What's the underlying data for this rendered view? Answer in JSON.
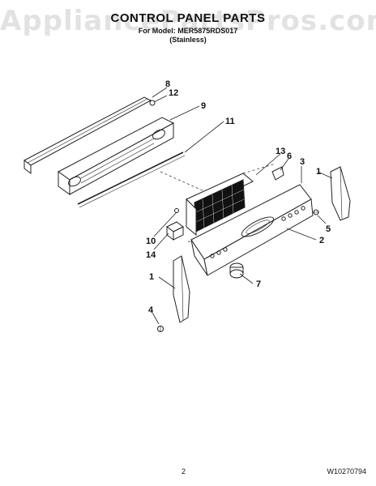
{
  "watermark": "AppliancePartsPros.com",
  "header": {
    "title": "CONTROL PANEL PARTS",
    "model_line": "For Model: MER5875RDS017",
    "variant": "(Stainless)"
  },
  "callouts": [
    "8",
    "12",
    "9",
    "11",
    "13",
    "6",
    "3",
    "1",
    "10",
    "14",
    "5",
    "2",
    "1",
    "7",
    "4"
  ],
  "footer": {
    "page_number": "2",
    "doc_number": "W10270794"
  }
}
